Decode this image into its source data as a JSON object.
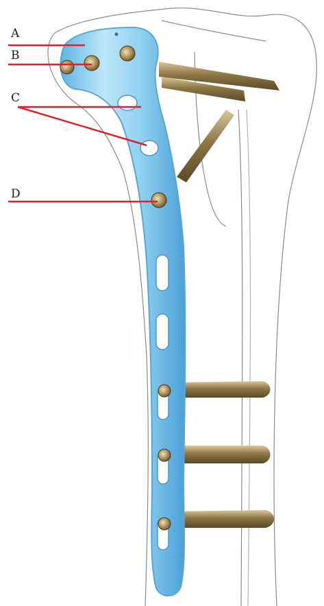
{
  "labels": {
    "a": "A",
    "b": "B",
    "c": "C",
    "d": "D"
  },
  "colors": {
    "leader_line": "#e0202a",
    "plate": "#8fd0f0",
    "plate_edge": "#5aa6d0",
    "screw": "#a08a5a",
    "bone_outline": "#8a8a8a"
  }
}
